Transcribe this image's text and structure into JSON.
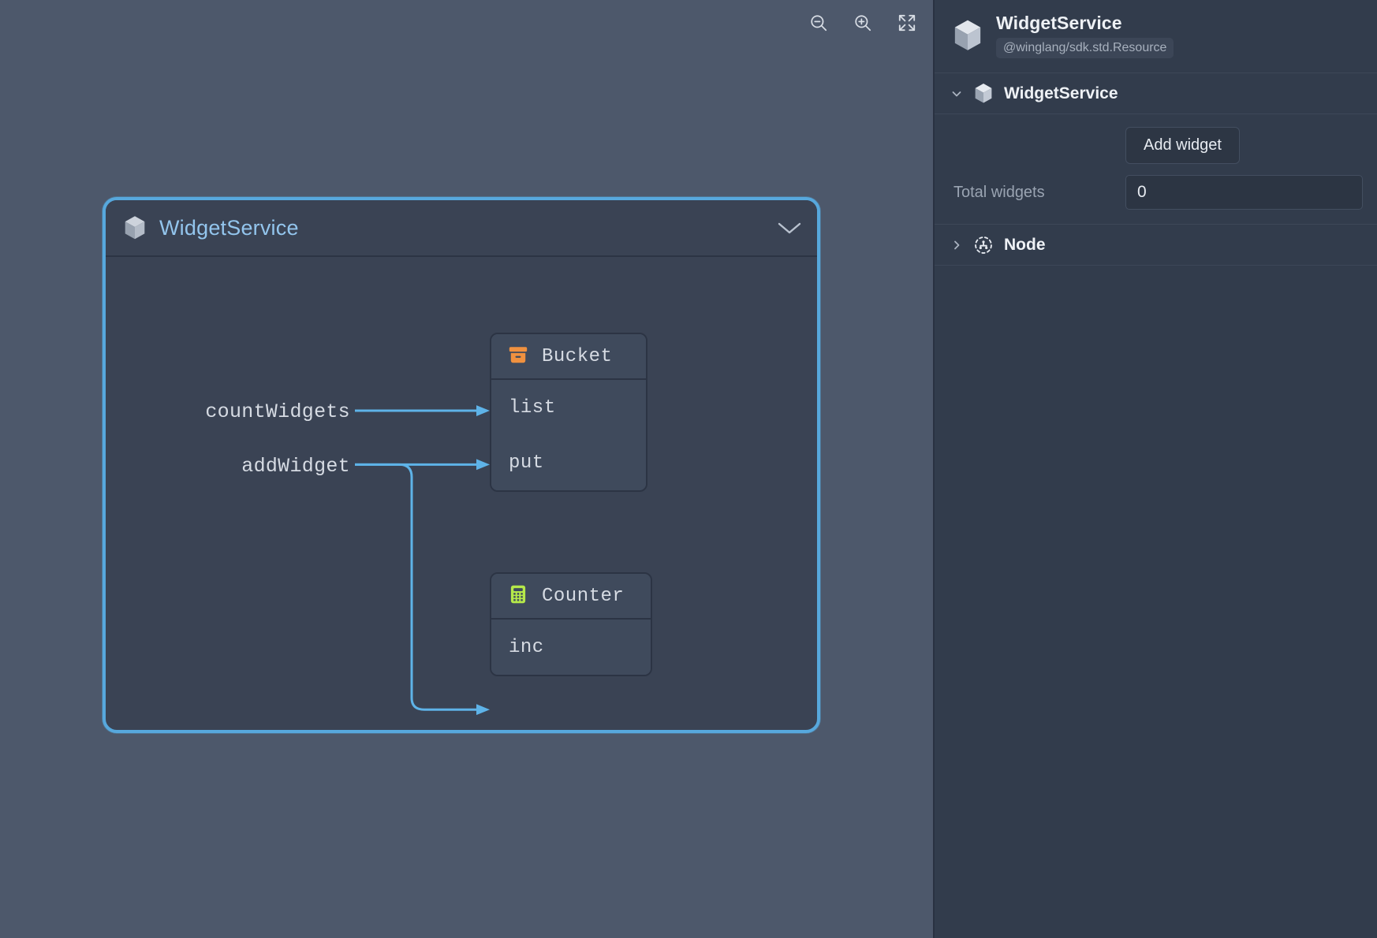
{
  "canvas": {
    "toolbar": [
      {
        "name": "zoom-out-icon",
        "label": "Zoom out"
      },
      {
        "name": "zoom-in-icon",
        "label": "Zoom in"
      },
      {
        "name": "fit-to-screen-icon",
        "label": "Fit to screen"
      }
    ],
    "container": {
      "title": "WidgetService",
      "icon": "cube-icon",
      "collapse_icon": "chevron-down-icon"
    },
    "source_labels": [
      {
        "text": "countWidgets"
      },
      {
        "text": "addWidget"
      }
    ],
    "nodes": [
      {
        "title": "Bucket",
        "icon": "bucket-icon",
        "icon_color": "#f0913f",
        "ports": [
          "list",
          "put"
        ]
      },
      {
        "title": "Counter",
        "icon": "calculator-icon",
        "icon_color": "#b5e84a",
        "ports": [
          "inc"
        ]
      }
    ],
    "edges": [
      {
        "from": "countWidgets",
        "to": "list"
      },
      {
        "from": "addWidget",
        "to": "put"
      },
      {
        "from": "addWidget",
        "to": "inc"
      }
    ],
    "edge_color": "#5eb3e8"
  },
  "inspector": {
    "header": {
      "icon": "cube-icon",
      "title": "WidgetService",
      "badge": "@winglang/sdk.std.Resource"
    },
    "tree": [
      {
        "label": "WidgetService",
        "icon": "cube-icon",
        "twisty": "chevron-down-icon",
        "expanded": true
      },
      {
        "label": "Node",
        "icon": "node-icon",
        "twisty": "chevron-right-icon",
        "expanded": false
      }
    ],
    "panel": {
      "add_widget_label": "Add widget",
      "total_widgets_label": "Total widgets",
      "total_widgets_value": "0"
    }
  },
  "colors": {
    "canvas_bg": "#4d586b",
    "inspector_bg": "#323c4c",
    "node_bg": "#3f4a5c",
    "container_border": "#57a8dd",
    "container_title": "#93c5ed",
    "edge": "#5eb3e8"
  }
}
